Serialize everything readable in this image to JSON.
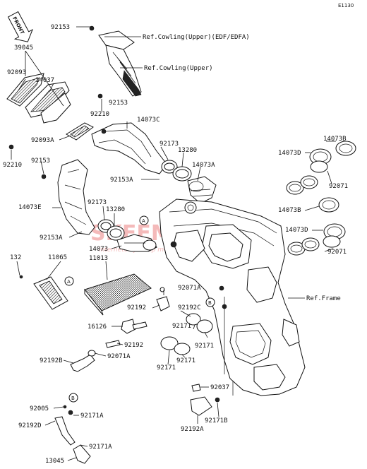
{
  "diagram_code": "E1130",
  "front_arrow": "FRONT",
  "watermark": {
    "text": "SKEEMAN.PL",
    "subtext": "internetowy sklep motocyklowy"
  },
  "callouts": [
    {
      "id": "92153_top",
      "text": "92153"
    },
    {
      "id": "ref_cowl_edf",
      "text": "Ref.Cowling(Upper)(EDF/EDFA)"
    },
    {
      "id": "ref_cowl",
      "text": "Ref.Cowling(Upper)"
    },
    {
      "id": "39045",
      "text": "39045"
    },
    {
      "id": "92093",
      "text": "92093"
    },
    {
      "id": "14037",
      "text": "14037"
    },
    {
      "id": "92210_a",
      "text": "92210"
    },
    {
      "id": "92153_b",
      "text": "92153"
    },
    {
      "id": "14073C",
      "text": "14073C"
    },
    {
      "id": "92093A",
      "text": "92093A"
    },
    {
      "id": "92173_a",
      "text": "92173"
    },
    {
      "id": "13280_a",
      "text": "13280"
    },
    {
      "id": "92210_b",
      "text": "92210"
    },
    {
      "id": "92153_c",
      "text": "92153"
    },
    {
      "id": "14073A",
      "text": "14073A"
    },
    {
      "id": "92153A_a",
      "text": "92153A"
    },
    {
      "id": "14073B_a",
      "text": "14073B"
    },
    {
      "id": "14073D_a",
      "text": "14073D"
    },
    {
      "id": "92071_a",
      "text": "92071"
    },
    {
      "id": "14073E",
      "text": "14073E"
    },
    {
      "id": "92173_b",
      "text": "92173"
    },
    {
      "id": "13280_b",
      "text": "13280"
    },
    {
      "id": "14073B_b",
      "text": "14073B"
    },
    {
      "id": "14073D_b",
      "text": "14073D"
    },
    {
      "id": "92071_b",
      "text": "92071"
    },
    {
      "id": "92153A_b",
      "text": "92153A"
    },
    {
      "id": "14073",
      "text": "14073"
    },
    {
      "id": "132",
      "text": "132"
    },
    {
      "id": "11065",
      "text": "11065"
    },
    {
      "id": "11013",
      "text": "11013"
    },
    {
      "id": "92071A_a",
      "text": "92071A"
    },
    {
      "id": "ref_frame",
      "text": "Ref.Frame"
    },
    {
      "id": "92192_a",
      "text": "92192"
    },
    {
      "id": "92192C",
      "text": "92192C"
    },
    {
      "id": "92171_a",
      "text": "92171"
    },
    {
      "id": "92171_b",
      "text": "92171"
    },
    {
      "id": "16126",
      "text": "16126"
    },
    {
      "id": "92192_b",
      "text": "92192"
    },
    {
      "id": "92192B",
      "text": "92192B"
    },
    {
      "id": "92071A_b",
      "text": "92071A"
    },
    {
      "id": "92171_c",
      "text": "92171"
    },
    {
      "id": "92171_d",
      "text": "92171"
    },
    {
      "id": "92037",
      "text": "92037"
    },
    {
      "id": "92005",
      "text": "92005"
    },
    {
      "id": "92171A_a",
      "text": "92171A"
    },
    {
      "id": "92171B",
      "text": "92171B"
    },
    {
      "id": "92192D",
      "text": "92192D"
    },
    {
      "id": "92192A",
      "text": "92192A"
    },
    {
      "id": "13045",
      "text": "13045"
    },
    {
      "id": "92171A_b",
      "text": "92171A"
    }
  ],
  "markers": [
    {
      "id": "A_top",
      "text": "A"
    },
    {
      "id": "A_left",
      "text": "A"
    },
    {
      "id": "B_mid",
      "text": "B"
    },
    {
      "id": "B_low",
      "text": "B"
    }
  ]
}
